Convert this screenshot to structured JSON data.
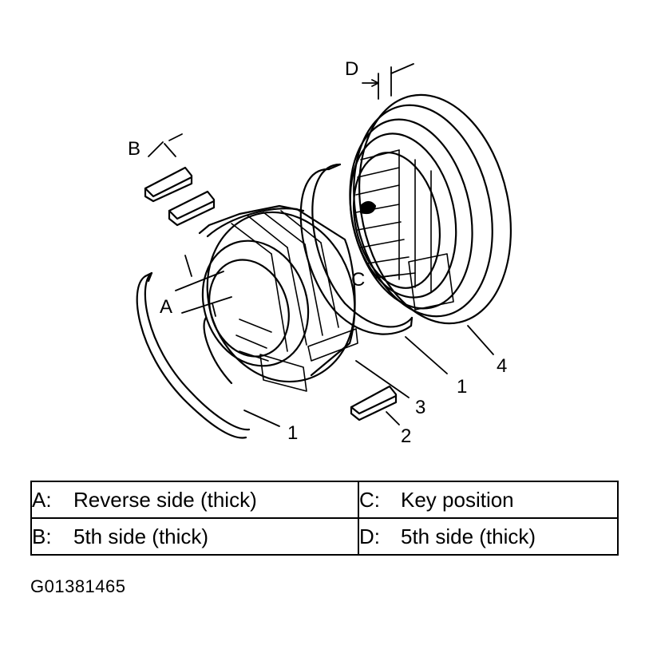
{
  "callouts": {
    "A": "A",
    "B": "B",
    "C": "C",
    "D": "D",
    "ring1_left": "1",
    "ring1_right": "1",
    "key_2": "2",
    "hub_3": "3",
    "sleeve_4": "4"
  },
  "legend": {
    "rows": [
      {
        "left_key": "A:",
        "left_text": "Reverse side (thick)",
        "right_key": "C:",
        "right_text": "Key position"
      },
      {
        "left_key": "B:",
        "left_text": "5th side (thick)",
        "right_key": "D:",
        "right_text": "5th side (thick)"
      }
    ]
  },
  "figure_id": "G01381465"
}
